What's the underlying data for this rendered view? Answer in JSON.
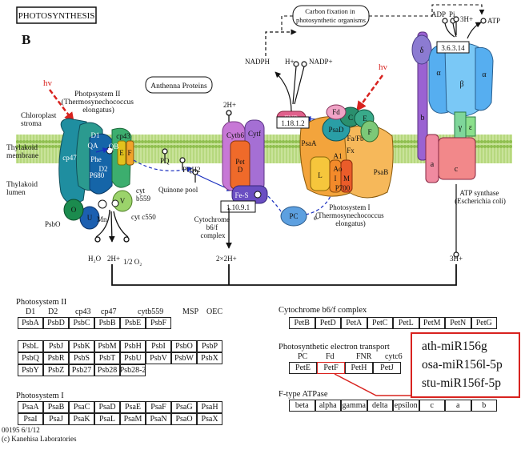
{
  "header": {
    "title": "PHOTOSYNTHESIS",
    "panel_letter": "B"
  },
  "colors": {
    "highlight": "#d8231f",
    "light_arrow": "#d8231f",
    "membrane": "#b5d77b",
    "membrane_edge": "#8fbf4f",
    "electron_path": "#1a2fbf"
  },
  "diagram": {
    "carbon_fixation": "Carbon fixation in photosynthetic organisms",
    "light_label": "hv",
    "antenna_proteins": "Anthenna Proteins",
    "stroma_label": "Chloroplast stroma",
    "thylakoid_membrane_label": "Thylakoid membrane",
    "thylakoid_lumen_label": "Thylakoid lumen",
    "quinone_pool": "Quinone pool",
    "ps2": {
      "title": "Photpsystem II (Thermosynechococcus elongatus)",
      "subunits": [
        "D1",
        "D2",
        "cp43",
        "cp47",
        "Phe",
        "P680",
        "QA",
        "QB",
        "E",
        "F",
        "O",
        "U",
        "V"
      ],
      "psbo": "PsbO",
      "cyt_b559": "cyt b559",
      "cyt_c550": "cyt c550",
      "mn": "Mn",
      "h2o": "H₂O",
      "h_plus": "2H+",
      "o2": "1/2 O₂"
    },
    "cytb6f": {
      "title": "Cytochrome b6/f complex",
      "ec": "1.10.9.1",
      "subunits": [
        "Cytb6",
        "Cytf",
        "Pet D",
        "Fe-S"
      ],
      "pq": "PQ",
      "pqh2": "PQH2",
      "h_plus_top": "2H+",
      "h_plus_bottom": "2×2H+"
    },
    "pc": "PC",
    "e_minus": "e-",
    "ps1": {
      "title": "Photosystem I (Thermosynechococcus elongatus)",
      "subunits": [
        "PsaA",
        "PsaB",
        "PsaD",
        "C",
        "E",
        "F",
        "Fd",
        "Fa/Fb",
        "Fx",
        "A1",
        "Ao",
        "P700",
        "L",
        "I",
        "M"
      ],
      "fnr": "FNR",
      "ec": "1.18.1.2"
    },
    "nadph": "NADPH",
    "h_plus_nadp": "H+",
    "nadp_plus": "NADP+",
    "atp_synthase": {
      "title": "ATP synthase (Escherichia coli)",
      "ec": "3.6.3.14",
      "subunits": [
        "δ",
        "α",
        "β",
        "α",
        "γ",
        "ε",
        "b",
        "a",
        "c"
      ],
      "adp": "ADP",
      "pi": "Pi",
      "atp": "ATP",
      "h_plus_top": "3H+",
      "h_plus_bottom": "3H+"
    }
  },
  "table": {
    "ps2_title": "Photosystem II",
    "ps2_labels": [
      "D1",
      "D2",
      "cp43",
      "cp47",
      "cytb559",
      "MSP",
      "OEC"
    ],
    "ps2_rows": [
      [
        "PsbA",
        "PsbD",
        "PsbC",
        "PsbB",
        "PsbE",
        "PsbF"
      ],
      [
        "PsbL",
        "PsbJ",
        "PsbK",
        "PsbM",
        "PsbH",
        "PsbI",
        "PsbO",
        "PsbP"
      ],
      [
        "PsbQ",
        "PsbR",
        "PsbS",
        "PsbT",
        "PsbU",
        "PsbV",
        "PsbW",
        "PsbX"
      ],
      [
        "PsbY",
        "PsbZ",
        "Psb27",
        "Psb28",
        "Psb28-2"
      ]
    ],
    "ps1_title": "Photosystem I",
    "ps1_rows": [
      [
        "PsaA",
        "PsaB",
        "PsaC",
        "PsaD",
        "PsaE",
        "PsaF",
        "PsaG",
        "PsaH"
      ],
      [
        "PsaI",
        "PsaJ",
        "PsaK",
        "PsaL",
        "PsaM",
        "PsaN",
        "PsaO",
        "PsaX"
      ]
    ],
    "cyt_title": "Cytochrome b6/f complex",
    "cyt_row": [
      "PetB",
      "PetD",
      "PetA",
      "PetC",
      "PetL",
      "PetM",
      "PetN",
      "PetG"
    ],
    "pet_title": "Photosynthetic electron transport",
    "pet_labels": [
      "PC",
      "Fd",
      "FNR",
      "cytc6"
    ],
    "pet_row": [
      "PetE",
      "PetF",
      "PetH",
      "PetJ"
    ],
    "highlighted": "PetF",
    "atp_title": "F-type ATPase",
    "atp_row": [
      "beta",
      "alpha",
      "gamma",
      "delta",
      "epsilon",
      "c",
      "a",
      "b"
    ]
  },
  "mirnas": [
    "ath-miR156g",
    "osa-miR156l-5p",
    "stu-miR156f-5p"
  ],
  "footer": {
    "code": "00195 6/1/12",
    "copyright": "(c) Kanehisa Laboratories"
  }
}
